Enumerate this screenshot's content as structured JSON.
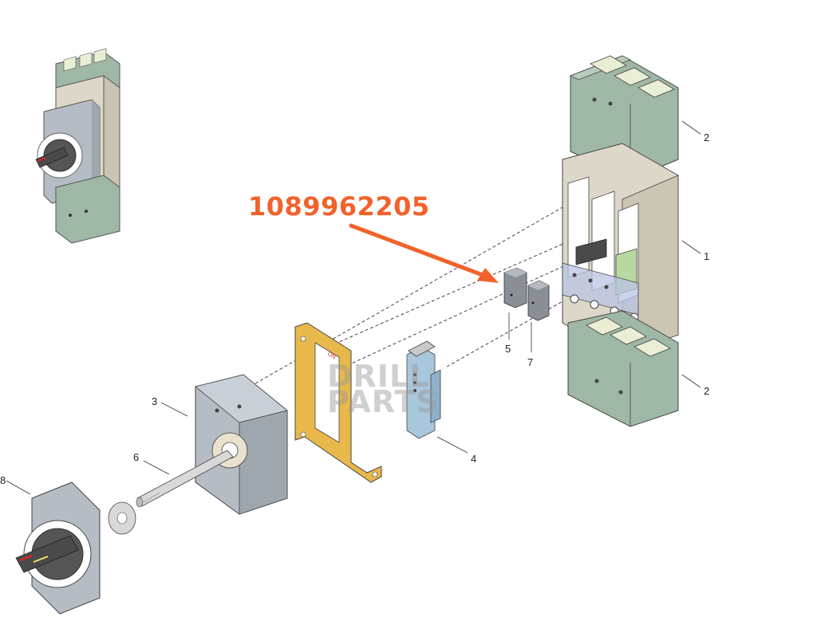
{
  "part_number": "1089962205",
  "watermark": {
    "line1": "DRILL",
    "line2": "PARTS"
  },
  "callouts": {
    "c1": "1",
    "c2_top": "2",
    "c2_bottom": "2",
    "c3": "3",
    "c4": "4",
    "c5": "5",
    "c6": "6",
    "c7": "7",
    "c8": "8"
  },
  "colors": {
    "accent": "#f2622a",
    "terminal_green": "#9fb7a5",
    "breaker_beige": "#dcd7c8",
    "bracket_yellow": "#e9b84a",
    "cover_grey": "#b5bcc4",
    "aux_blue": "#a8c6dc"
  },
  "icons": {
    "arrow": "arrow-icon"
  }
}
